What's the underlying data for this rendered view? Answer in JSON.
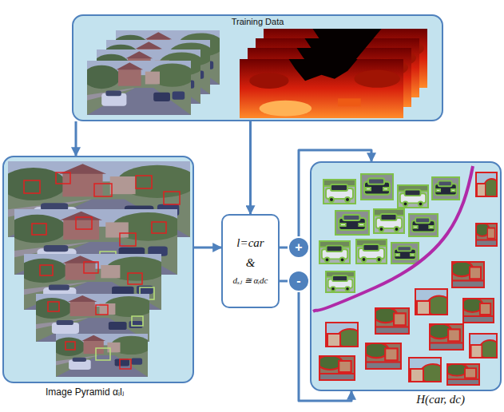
{
  "diagram": {
    "nodes": [
      {
        "text": [
          "Training Data"
        ]
      },
      {
        "text": [
          "Image Pyramid αᵢIⱼ"
        ]
      },
      {
        "text": [
          "l=car",
          "&",
          "dₓⱼ ≅ αᵢdc"
        ]
      },
      {
        "text": [
          "+"
        ]
      },
      {
        "text": [
          "-"
        ]
      },
      {
        "text": [
          "H(car, dc)"
        ]
      }
    ],
    "edges": [
      {
        "from": 0,
        "to": 1,
        "arrow": "to"
      },
      {
        "from": 0,
        "to": 2,
        "arrow": "to"
      },
      {
        "from": 1,
        "to": 2,
        "arrow": "to"
      },
      {
        "from": 2,
        "to": 3,
        "arrow": "none"
      },
      {
        "from": 2,
        "to": 4,
        "arrow": "none"
      },
      {
        "from": 3,
        "to": 5,
        "arrow": "to"
      },
      {
        "from": 4,
        "to": 5,
        "arrow": "to"
      }
    ]
  }
}
